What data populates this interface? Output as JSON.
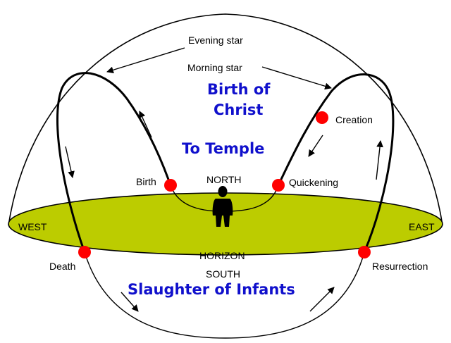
{
  "labels": {
    "evening_star": "Evening star",
    "morning_star": "Morning star",
    "birth_of": "Birth of",
    "christ": "Christ",
    "to_temple": "To Temple",
    "north": "NORTH",
    "south": "SOUTH",
    "west": "WEST",
    "east": "EAST",
    "horizon": "HORIZON",
    "slaughter": "Slaughter of Infants"
  },
  "points": {
    "birth": "Birth",
    "quickening": "Quickening",
    "creation": "Creation",
    "death": "Death",
    "resurrection": "Resurrection"
  },
  "colors": {
    "horizon_fill": "#bccc00",
    "point": "#ff0000",
    "heading_text": "#1010cc",
    "line": "#000000",
    "background": "#ffffff"
  }
}
